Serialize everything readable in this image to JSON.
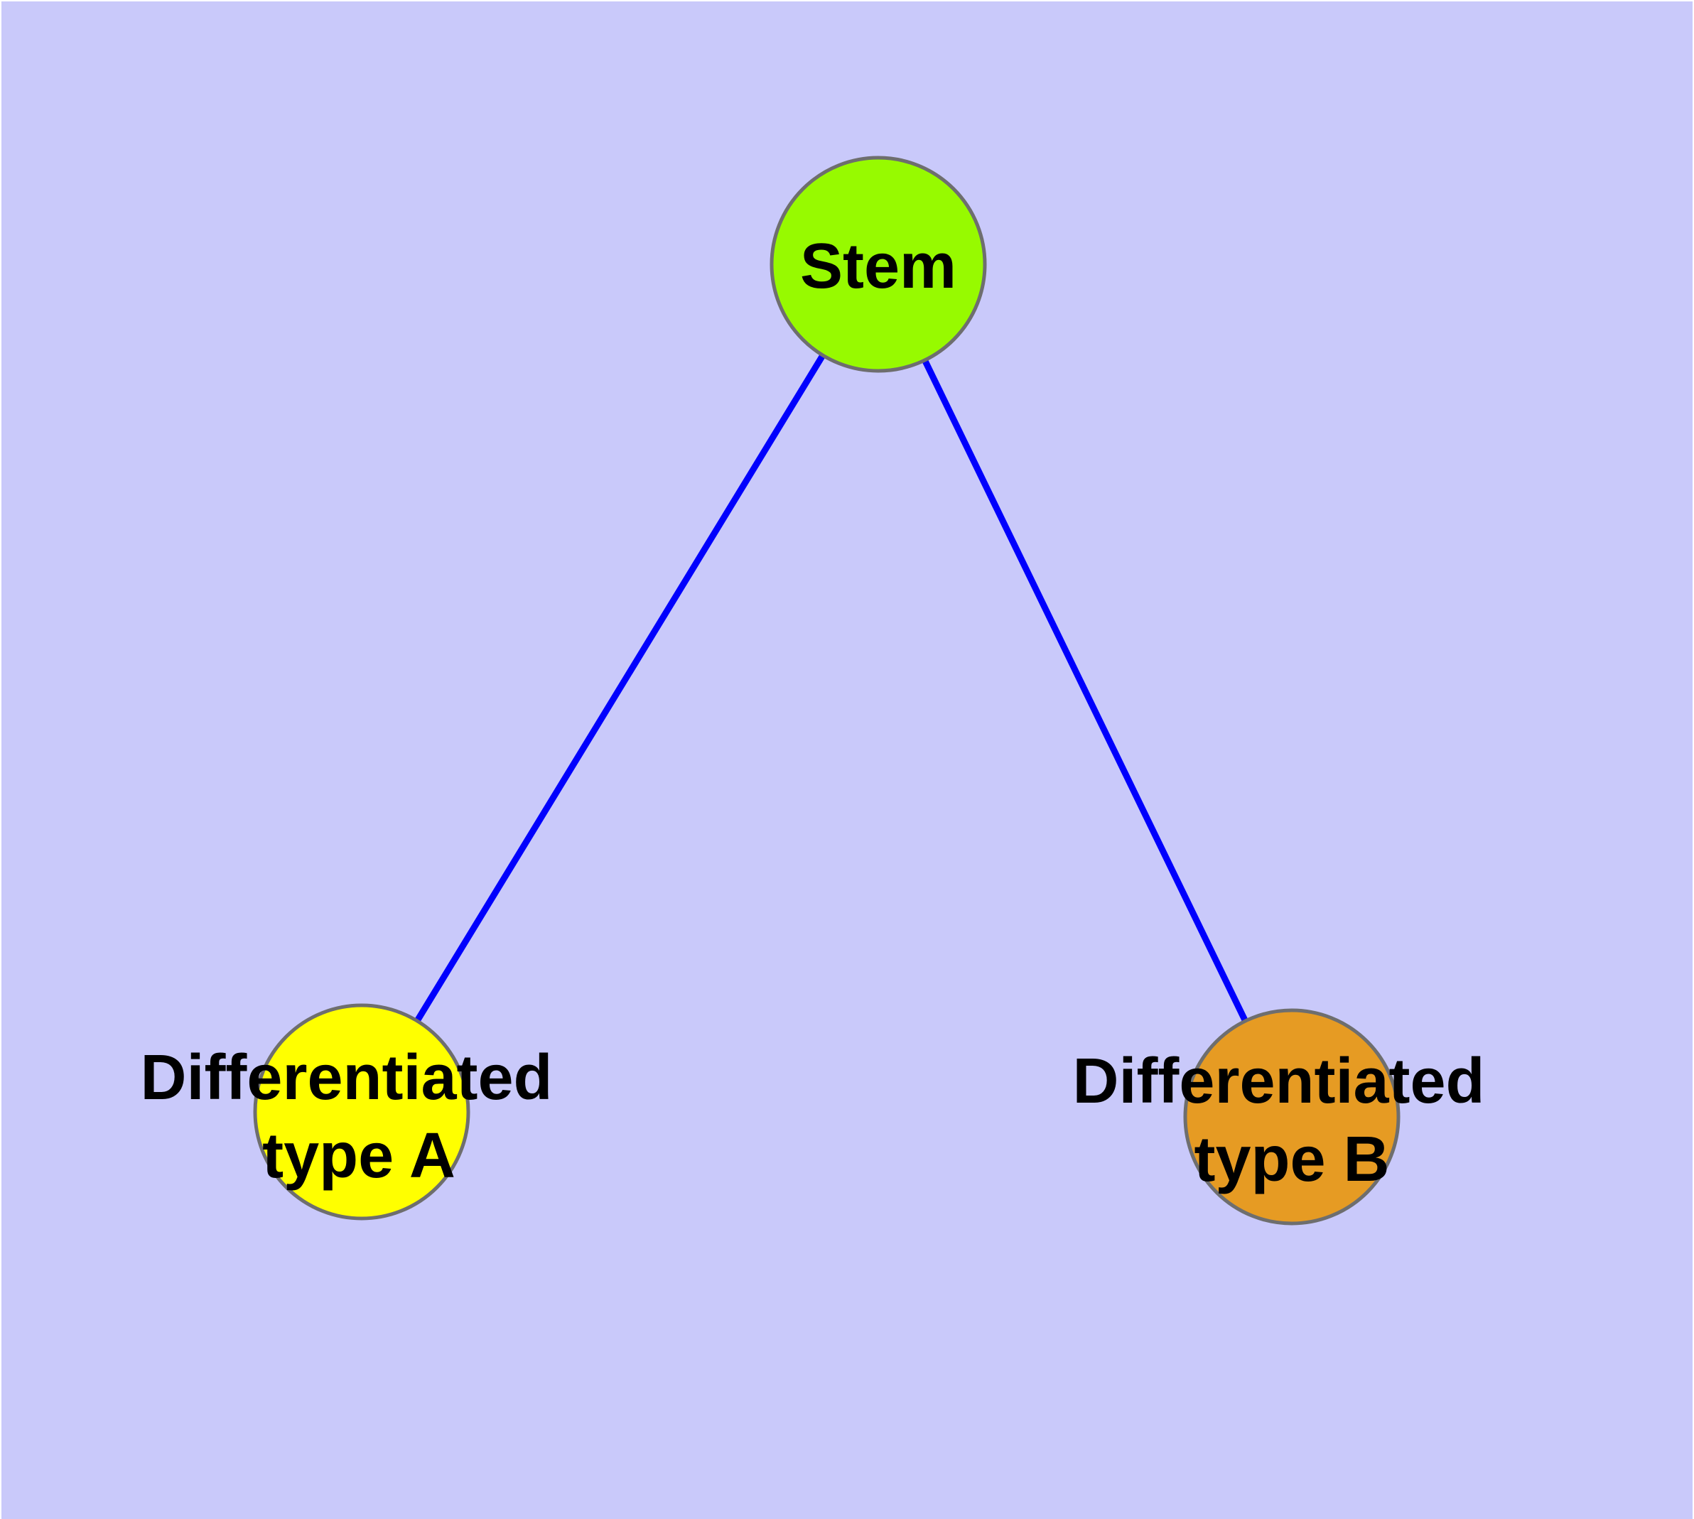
{
  "diagram": {
    "type": "graph",
    "background_color": "#C9C9FA",
    "frame_color": "#FFFFFF",
    "edge_color": "#0000FD",
    "node_border_color": "#6E6E6E",
    "text_color": "#000000",
    "nodes": {
      "stem": {
        "label": "Stem",
        "fill": "#97FA00"
      },
      "type_a": {
        "label": "Differentiated type A",
        "label_line1": "Differentiated",
        "label_line2": "type A",
        "fill": "#FFFF00"
      },
      "type_b": {
        "label": "Differentiated type B",
        "label_line1": "Differentiated",
        "label_line2": "type B",
        "fill": "#E69B23"
      }
    },
    "edges": [
      {
        "from": "Stem",
        "to": "Differentiated type A"
      },
      {
        "from": "Stem",
        "to": "Differentiated type B"
      }
    ]
  }
}
